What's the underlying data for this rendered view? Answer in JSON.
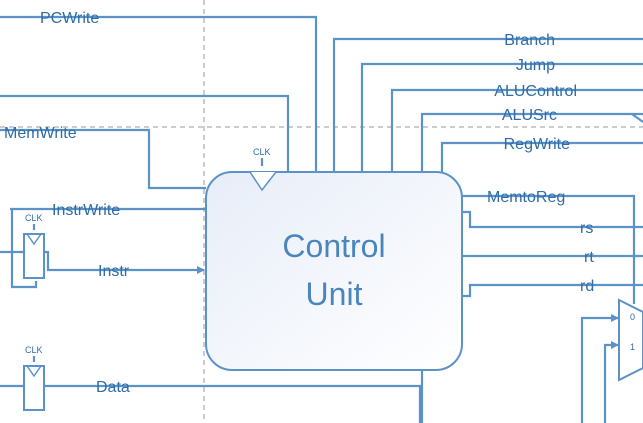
{
  "control_unit": {
    "title_line1": "Control",
    "title_line2": "Unit",
    "clock_label": "CLK"
  },
  "inputs": {
    "pc_write": "PCWrite",
    "mem_write": "MemWrite",
    "instr_write": "InstrWrite",
    "instr": "Instr",
    "data": "Data"
  },
  "outputs": {
    "branch": "Branch",
    "jump": "Jump",
    "alu_control": "ALUControl",
    "alu_src": "ALUSrc",
    "reg_write": "RegWrite",
    "memto_reg": "MemtoReg",
    "rs": "rs",
    "rt": "rt",
    "rd": "rd"
  },
  "registers": {
    "instr_reg_clock": "CLK",
    "data_reg_clock": "CLK"
  },
  "mux": {
    "input0": "0",
    "input1": "1"
  },
  "colors": {
    "wire": "#5b93c8",
    "text": "#2f6da8",
    "box_fill_top": "#eef2fb",
    "box_fill_bottom": "#ffffff",
    "guides": "#9a9a9a"
  }
}
